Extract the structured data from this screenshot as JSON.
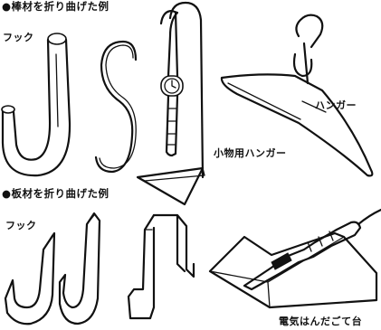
{
  "section_bar": {
    "heading": "●棒材を折り曲げた例"
  },
  "section_plate": {
    "heading": "●板材を折り曲げた例"
  },
  "labels": {
    "bar_hook": "フック",
    "hanger": "ハンガー",
    "small_hanger": "小物用ハンガー",
    "plate_hook": "フック",
    "soldering_stand": "電気はんだごて台"
  },
  "colors": {
    "ink": "#111111",
    "paper": "#ffffff"
  }
}
